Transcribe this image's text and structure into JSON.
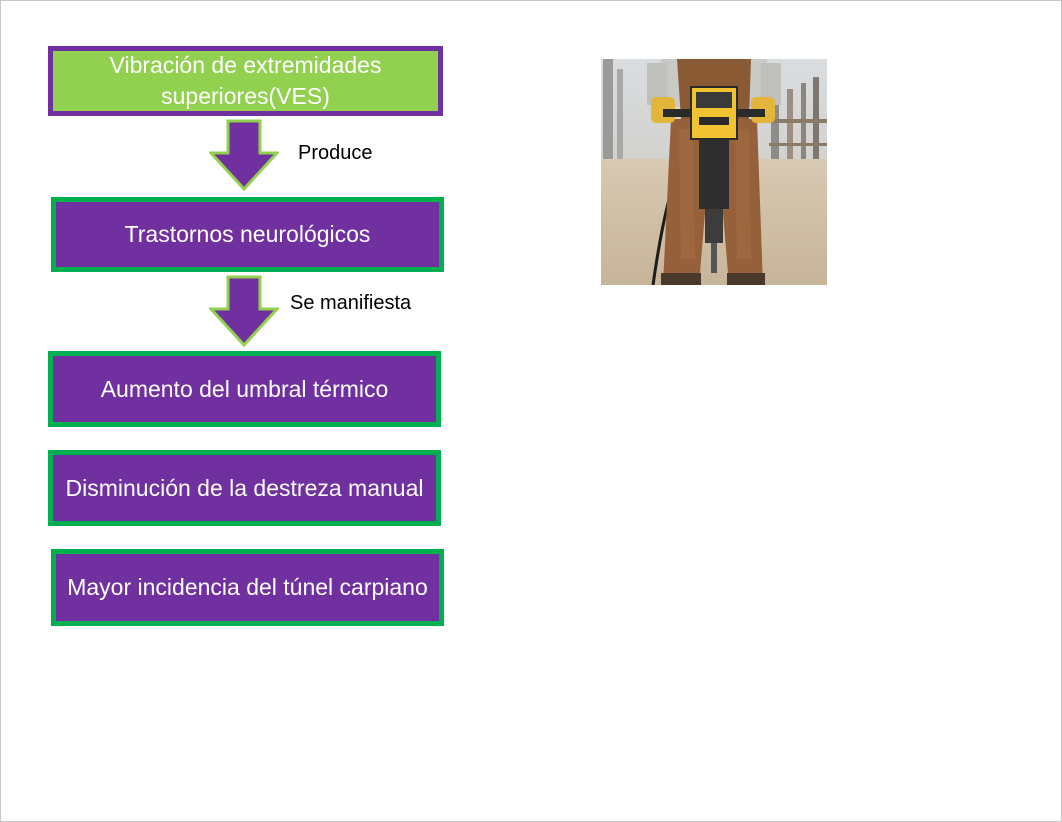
{
  "diagram": {
    "boxes": [
      {
        "id": "ves",
        "text": "Vibración de extremidades superiores(VES)"
      },
      {
        "id": "trastornos",
        "text": "Trastornos neurológicos"
      },
      {
        "id": "umbral",
        "text": "Aumento del umbral térmico"
      },
      {
        "id": "destreza",
        "text": "Disminución de la destreza manual"
      },
      {
        "id": "tunel",
        "text": "Mayor incidencia del túnel carpiano"
      }
    ],
    "arrows": [
      {
        "label": "Produce"
      },
      {
        "label": "Se manifiesta"
      }
    ]
  },
  "colors": {
    "purple": "#7030a0",
    "green_fill": "#92d050",
    "green_border": "#00b050",
    "arrow_outline": "#92d050"
  }
}
